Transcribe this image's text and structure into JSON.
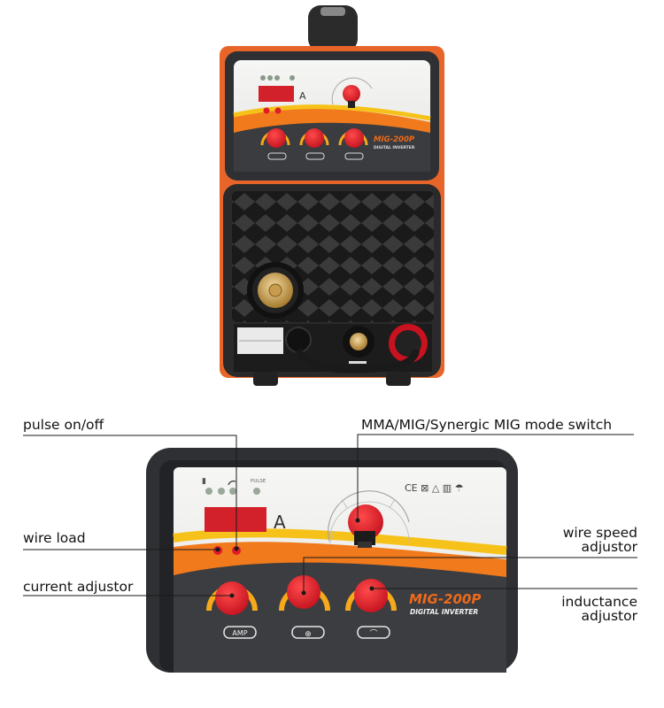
{
  "product": {
    "model": "MIG-200P",
    "subtitle": "DIGITAL INVERTER",
    "display_unit": "A",
    "knob_labels": [
      "AMP",
      "⊕",
      "⌒"
    ],
    "pulse_label": "PULSE"
  },
  "callouts": {
    "pulse": "pulse on/off",
    "wire_load": "wire load",
    "current": "current adjustor",
    "mode_switch": "MMA/MIG/Synergic MIG mode switch",
    "wire_speed_1": "wire speed",
    "wire_speed_2": "adjustor",
    "inductance_1": "inductance",
    "inductance_2": "adjustor"
  },
  "colors": {
    "body_orange": "#e8652a",
    "panel_dark": "#2f3033",
    "faceplate": "#f4f4f2",
    "swoosh_yellow": "#f6c21a",
    "swoosh_orange": "#f07a1c",
    "knob_red": "#e01b2a",
    "display_red": "#d3212b",
    "model_text": "#ee6a1a"
  }
}
